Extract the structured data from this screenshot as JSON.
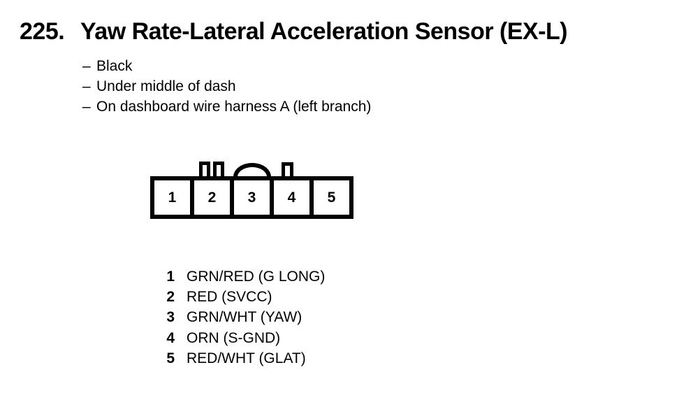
{
  "page": {
    "background_color": "#ffffff",
    "ink_color": "#000000"
  },
  "heading": {
    "item_number": "225.",
    "title": "Yaw Rate-Lateral Acceleration Sensor (EX-L)"
  },
  "details": [
    {
      "dash": "–",
      "text": "Black"
    },
    {
      "dash": "–",
      "text": "Under middle of dash"
    },
    {
      "dash": "–",
      "text": "On dashboard wire harness A (left branch)"
    }
  ],
  "connector": {
    "cavities": [
      "1",
      "2",
      "3",
      "4",
      "5"
    ]
  },
  "pinout": [
    {
      "pin": "1",
      "wire": "GRN/RED (G LONG)"
    },
    {
      "pin": "2",
      "wire": "RED (SVCC)"
    },
    {
      "pin": "3",
      "wire": "GRN/WHT (YAW)"
    },
    {
      "pin": "4",
      "wire": "ORN (S-GND)"
    },
    {
      "pin": "5",
      "wire": "RED/WHT (GLAT)"
    }
  ]
}
